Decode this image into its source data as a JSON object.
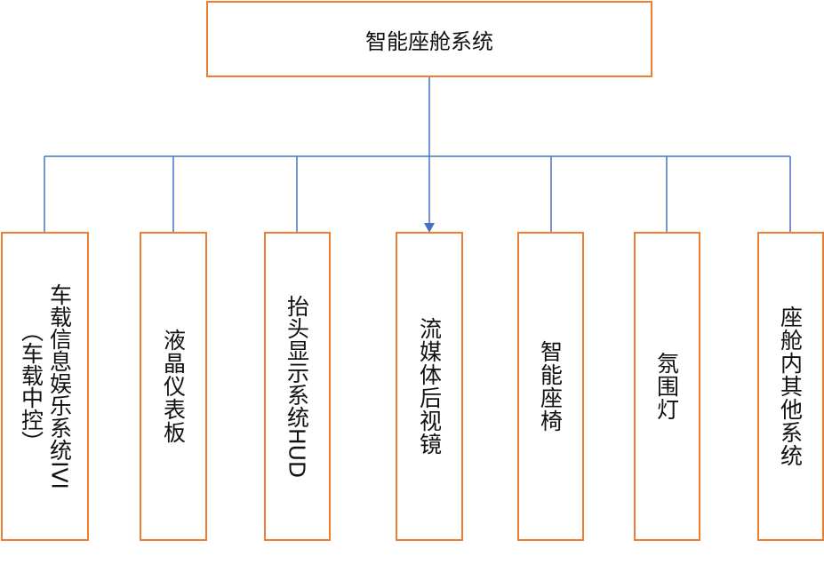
{
  "root": {
    "label": "智能座舱系统"
  },
  "children": [
    {
      "label": "车载信息娱乐系统IVI",
      "sublabel": "（车载中控）"
    },
    {
      "label": "液晶仪表板"
    },
    {
      "label": "抬头显示系统HUD"
    },
    {
      "label": "流媒体后视镜"
    },
    {
      "label": "智能座椅"
    },
    {
      "label": "氛围灯"
    },
    {
      "label": "座舱内其他系统"
    }
  ],
  "colors": {
    "box_border": "#ED7D31",
    "connector": "#4472C4",
    "text": "#111111"
  }
}
